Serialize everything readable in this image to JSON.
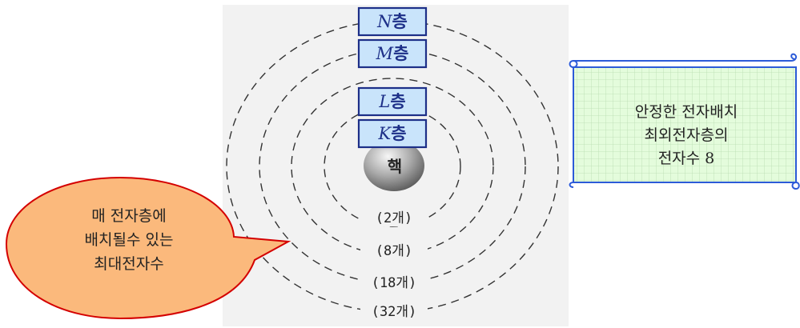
{
  "shells": [
    {
      "letter": "N",
      "suffix": "층",
      "capacity": "(32개)"
    },
    {
      "letter": "M",
      "suffix": "층",
      "capacity": "(18개)"
    },
    {
      "letter": "L",
      "suffix": "층",
      "capacity": "(8개)"
    },
    {
      "letter": "K",
      "suffix": "층",
      "capacity": "(2개)"
    }
  ],
  "nucleus": "핵",
  "stable_note": {
    "lines": [
      "안정한 전자배치",
      "최외전자층의",
      "전자수 8"
    ]
  },
  "callout": {
    "lines": [
      "매 전자층에",
      "배치될수 있는",
      "최대전자수"
    ]
  },
  "colors": {
    "label_fill": "#c9e4fb",
    "label_border": "#1d2f88",
    "scroll_fill": "#e4fcdc",
    "scroll_border": "#2c5bd8",
    "callout_fill": "#fbb97c",
    "callout_border": "#d40000"
  }
}
